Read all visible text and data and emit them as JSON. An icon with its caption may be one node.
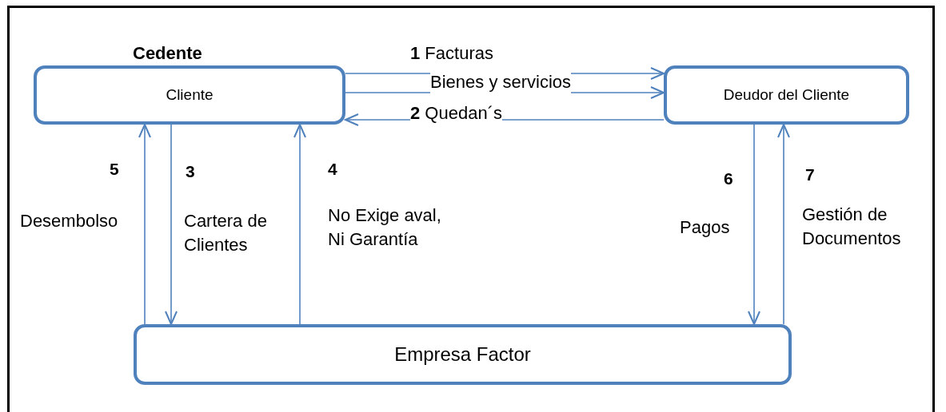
{
  "diagram": {
    "nodes": [
      {
        "text": [
          "Cedente",
          "Cliente"
        ]
      },
      {
        "text": [
          "Deudor del  Cliente"
        ]
      },
      {
        "text": [
          "Empresa Factor"
        ]
      }
    ],
    "edges": [
      {
        "from": 0,
        "to": 1,
        "arrow": "to",
        "label": "**1** Facturas"
      },
      {
        "from": 0,
        "to": 1,
        "arrow": "to",
        "label": "Bienes y servicios"
      },
      {
        "from": 1,
        "to": 0,
        "arrow": "to",
        "label": "**2** Quedan´s"
      },
      {
        "from": 2,
        "to": 0,
        "arrow": "to",
        "label": "Desembolso"
      },
      {
        "from": 0,
        "to": 2,
        "arrow": "to",
        "label": "Cartera de Clientes"
      },
      {
        "from": 2,
        "to": 0,
        "arrow": "to",
        "label": "No Exige aval, Ni Garantía"
      },
      {
        "from": 1,
        "to": 2,
        "arrow": "to",
        "label": "Pagos"
      },
      {
        "from": 2,
        "to": 1,
        "arrow": "to",
        "label": "Gestión de Documentos"
      }
    ],
    "labels": [
      "5",
      "3",
      "4",
      "6",
      "7"
    ]
  }
}
